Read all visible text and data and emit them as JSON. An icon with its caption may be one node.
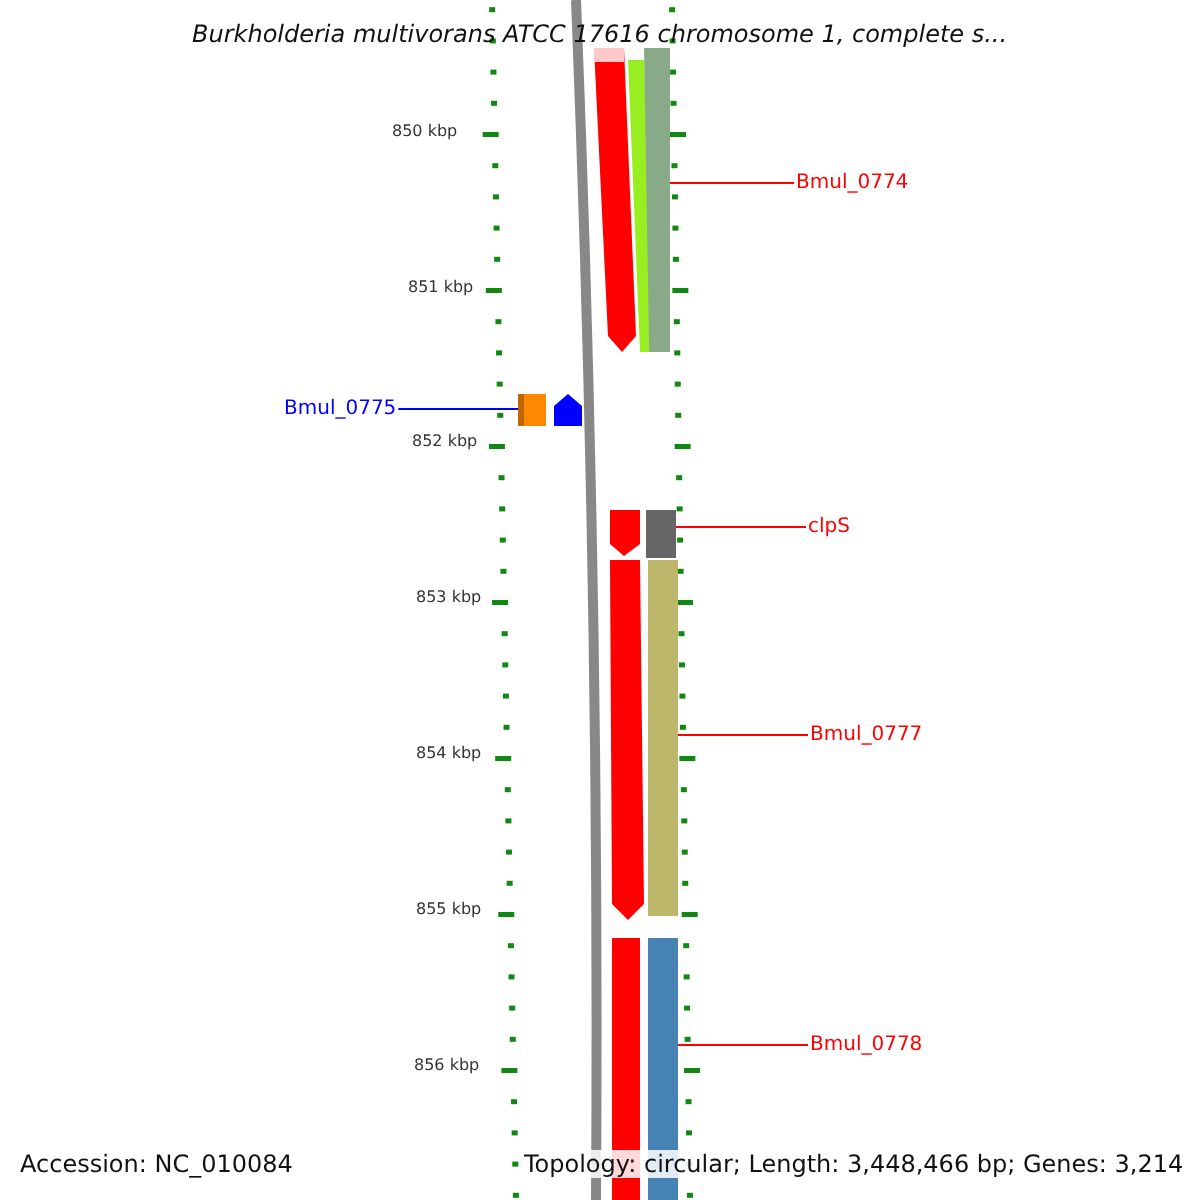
{
  "diagram": {
    "title": "Burkholderia multivorans ATCC 17616 chromosome 1, complete s...",
    "nodes": [
      {
        "text": [
          "Bmul_0774"
        ]
      },
      {
        "text": [],
        "shape": "bar"
      },
      {
        "text": [
          "Bmul_0775"
        ]
      },
      {
        "text": [],
        "shape": "box"
      },
      {
        "text": [
          "clpS"
        ]
      },
      {
        "text": [],
        "shape": "bar"
      },
      {
        "text": [
          "Bmul_0777"
        ]
      },
      {
        "text": [],
        "shape": "bar"
      },
      {
        "text": [
          "Bmul_0778"
        ]
      },
      {
        "text": [],
        "shape": "bar"
      }
    ],
    "edges": [
      {
        "from": 0,
        "to": 1,
        "arrow": "none"
      },
      {
        "from": 2,
        "to": 3,
        "arrow": "none",
        "color": "#0000ff"
      },
      {
        "from": 4,
        "to": 5,
        "arrow": "none"
      },
      {
        "from": 6,
        "to": 7,
        "arrow": "none"
      },
      {
        "from": 8,
        "to": 9,
        "arrow": "none"
      }
    ],
    "labels": [
      "850 kbp",
      "851 kbp",
      "852 kbp",
      "853 kbp",
      "854 kbp",
      "855 kbp",
      "856 kbp",
      "Accession: NC_010084",
      "Topology: circular; Length: 3,448,466 bp; Genes: 3,214"
    ]
  }
}
